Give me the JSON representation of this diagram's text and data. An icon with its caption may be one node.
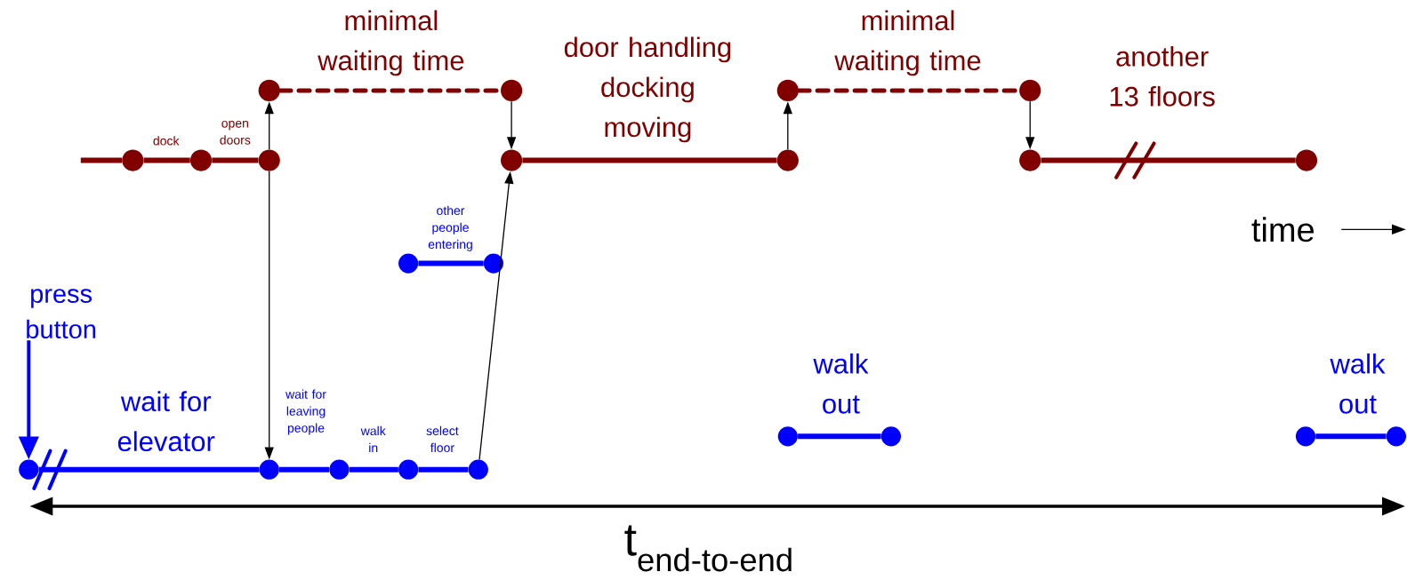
{
  "diagram": {
    "nodes": [
      {
        "text": [],
        "shape": "circle"
      },
      {
        "text": [],
        "shape": "circle"
      },
      {
        "text": [],
        "shape": "circle"
      },
      {
        "text": [],
        "shape": "circle"
      },
      {
        "text": [],
        "shape": "circle"
      },
      {
        "text": [],
        "shape": "circle"
      },
      {
        "text": [],
        "shape": "circle"
      },
      {
        "text": [],
        "shape": "circle"
      },
      {
        "text": [],
        "shape": "circle"
      },
      {
        "text": [],
        "shape": "circle"
      },
      {
        "text": [],
        "shape": "circle"
      },
      {
        "text": [],
        "shape": "circle"
      },
      {
        "text": [],
        "shape": "circle"
      },
      {
        "text": [
          "press button"
        ]
      },
      {
        "text": [],
        "shape": "circle"
      },
      {
        "text": [],
        "shape": "circle"
      },
      {
        "text": [],
        "shape": "circle"
      },
      {
        "text": [],
        "shape": "circle"
      },
      {
        "text": [],
        "shape": "circle"
      },
      {
        "text": [],
        "shape": "circle"
      },
      {
        "text": [],
        "shape": "circle"
      },
      {
        "text": [],
        "shape": "circle"
      },
      {
        "text": [],
        "shape": "circle"
      }
    ],
    "edges": [
      {
        "from": null,
        "to": 4,
        "arrow": "none",
        "color": "#800000"
      },
      {
        "from": 4,
        "to": 5,
        "arrow": "none",
        "label": "dock",
        "color": "#800000"
      },
      {
        "from": 5,
        "to": 6,
        "arrow": "none",
        "label": "open doors",
        "color": "#800000"
      },
      {
        "from": 0,
        "to": 1,
        "arrow": "none",
        "label": "minimal waiting time",
        "style": "dashed",
        "color": "#800000"
      },
      {
        "from": 7,
        "to": 8,
        "arrow": "none",
        "label": "door handling docking moving",
        "color": "#800000"
      },
      {
        "from": 2,
        "to": 3,
        "arrow": "none",
        "label": "minimal waiting time",
        "style": "dashed",
        "color": "#800000"
      },
      {
        "from": 9,
        "to": 10,
        "arrow": "none",
        "label": "another 13 floors",
        "color": "#800000"
      },
      {
        "from": 11,
        "to": 12,
        "arrow": "none",
        "label": "other people entering",
        "color": "#0000ff"
      },
      {
        "from": 14,
        "to": 15,
        "arrow": "none",
        "label": "wait for elevator",
        "color": "#0000ff"
      },
      {
        "from": 15,
        "to": 16,
        "arrow": "none",
        "label": "wait for leaving people",
        "color": "#0000ff"
      },
      {
        "from": 16,
        "to": 17,
        "arrow": "none",
        "label": "walk in",
        "color": "#0000ff"
      },
      {
        "from": 17,
        "to": 18,
        "arrow": "none",
        "label": "select floor",
        "color": "#0000ff"
      },
      {
        "from": 19,
        "to": 20,
        "arrow": "none",
        "label": "walk out",
        "color": "#0000ff"
      },
      {
        "from": 21,
        "to": 22,
        "arrow": "none",
        "label": "walk out",
        "color": "#0000ff"
      },
      {
        "from": 13,
        "to": 14,
        "arrow": "to",
        "color": "#0000ff"
      },
      {
        "from": 6,
        "to": 0,
        "arrow": "to",
        "color": "#000000"
      },
      {
        "from": 6,
        "to": 15,
        "arrow": "to",
        "color": "#000000"
      },
      {
        "from": 1,
        "to": 7,
        "arrow": "to",
        "color": "#000000"
      },
      {
        "from": 18,
        "to": 7,
        "arrow": "to",
        "color": "#000000"
      },
      {
        "from": 8,
        "to": 2,
        "arrow": "to",
        "color": "#000000"
      },
      {
        "from": 3,
        "to": 9,
        "arrow": "to",
        "color": "#000000"
      }
    ],
    "labels": [
      "time",
      "t$_{end-to-end}$"
    ]
  }
}
